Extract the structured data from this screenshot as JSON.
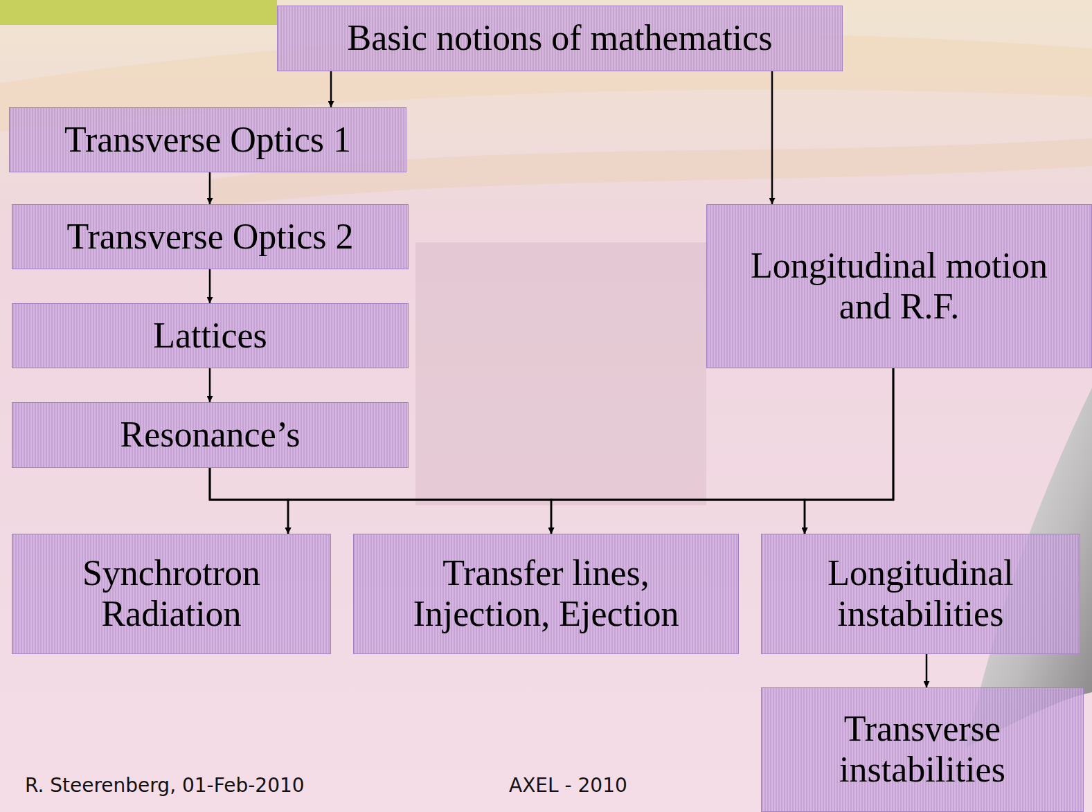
{
  "diagram": {
    "nodes": [
      {
        "text": [
          "Basic notions of mathematics"
        ]
      },
      {
        "text": [
          "Transverse Optics 1"
        ]
      },
      {
        "text": [
          "Transverse Optics 2"
        ]
      },
      {
        "text": [
          "Longitudinal motion and R.F."
        ]
      },
      {
        "text": [
          "Lattices"
        ]
      },
      {
        "text": [
          "Resonance’s"
        ]
      },
      {
        "text": [
          "Synchrotron Radiation"
        ]
      },
      {
        "text": [
          "Transfer lines, Injection, Ejection"
        ]
      },
      {
        "text": [
          "Longitudinal instabilities"
        ]
      },
      {
        "text": [
          "Transverse instabilities"
        ]
      }
    ],
    "edges": [
      {
        "from": 0,
        "to": 1,
        "arrow": "to"
      },
      {
        "from": 1,
        "to": 2,
        "arrow": "to"
      },
      {
        "from": 2,
        "to": 4,
        "arrow": "to"
      },
      {
        "from": 4,
        "to": 5,
        "arrow": "to"
      },
      {
        "from": 0,
        "to": 3,
        "arrow": "to"
      },
      {
        "from": 5,
        "to": 6,
        "arrow": "to"
      },
      {
        "from": 5,
        "to": 7,
        "arrow": "to"
      },
      {
        "from": 5,
        "to": 8,
        "arrow": "to"
      },
      {
        "from": 3,
        "to": 6,
        "arrow": "to"
      },
      {
        "from": 3,
        "to": 7,
        "arrow": "to"
      },
      {
        "from": 3,
        "to": 8,
        "arrow": "to"
      },
      {
        "from": 8,
        "to": 9,
        "arrow": "to"
      }
    ],
    "labels": [
      "R. Steerenberg, 01-Feb-2010",
      "AXEL - 2010"
    ]
  }
}
